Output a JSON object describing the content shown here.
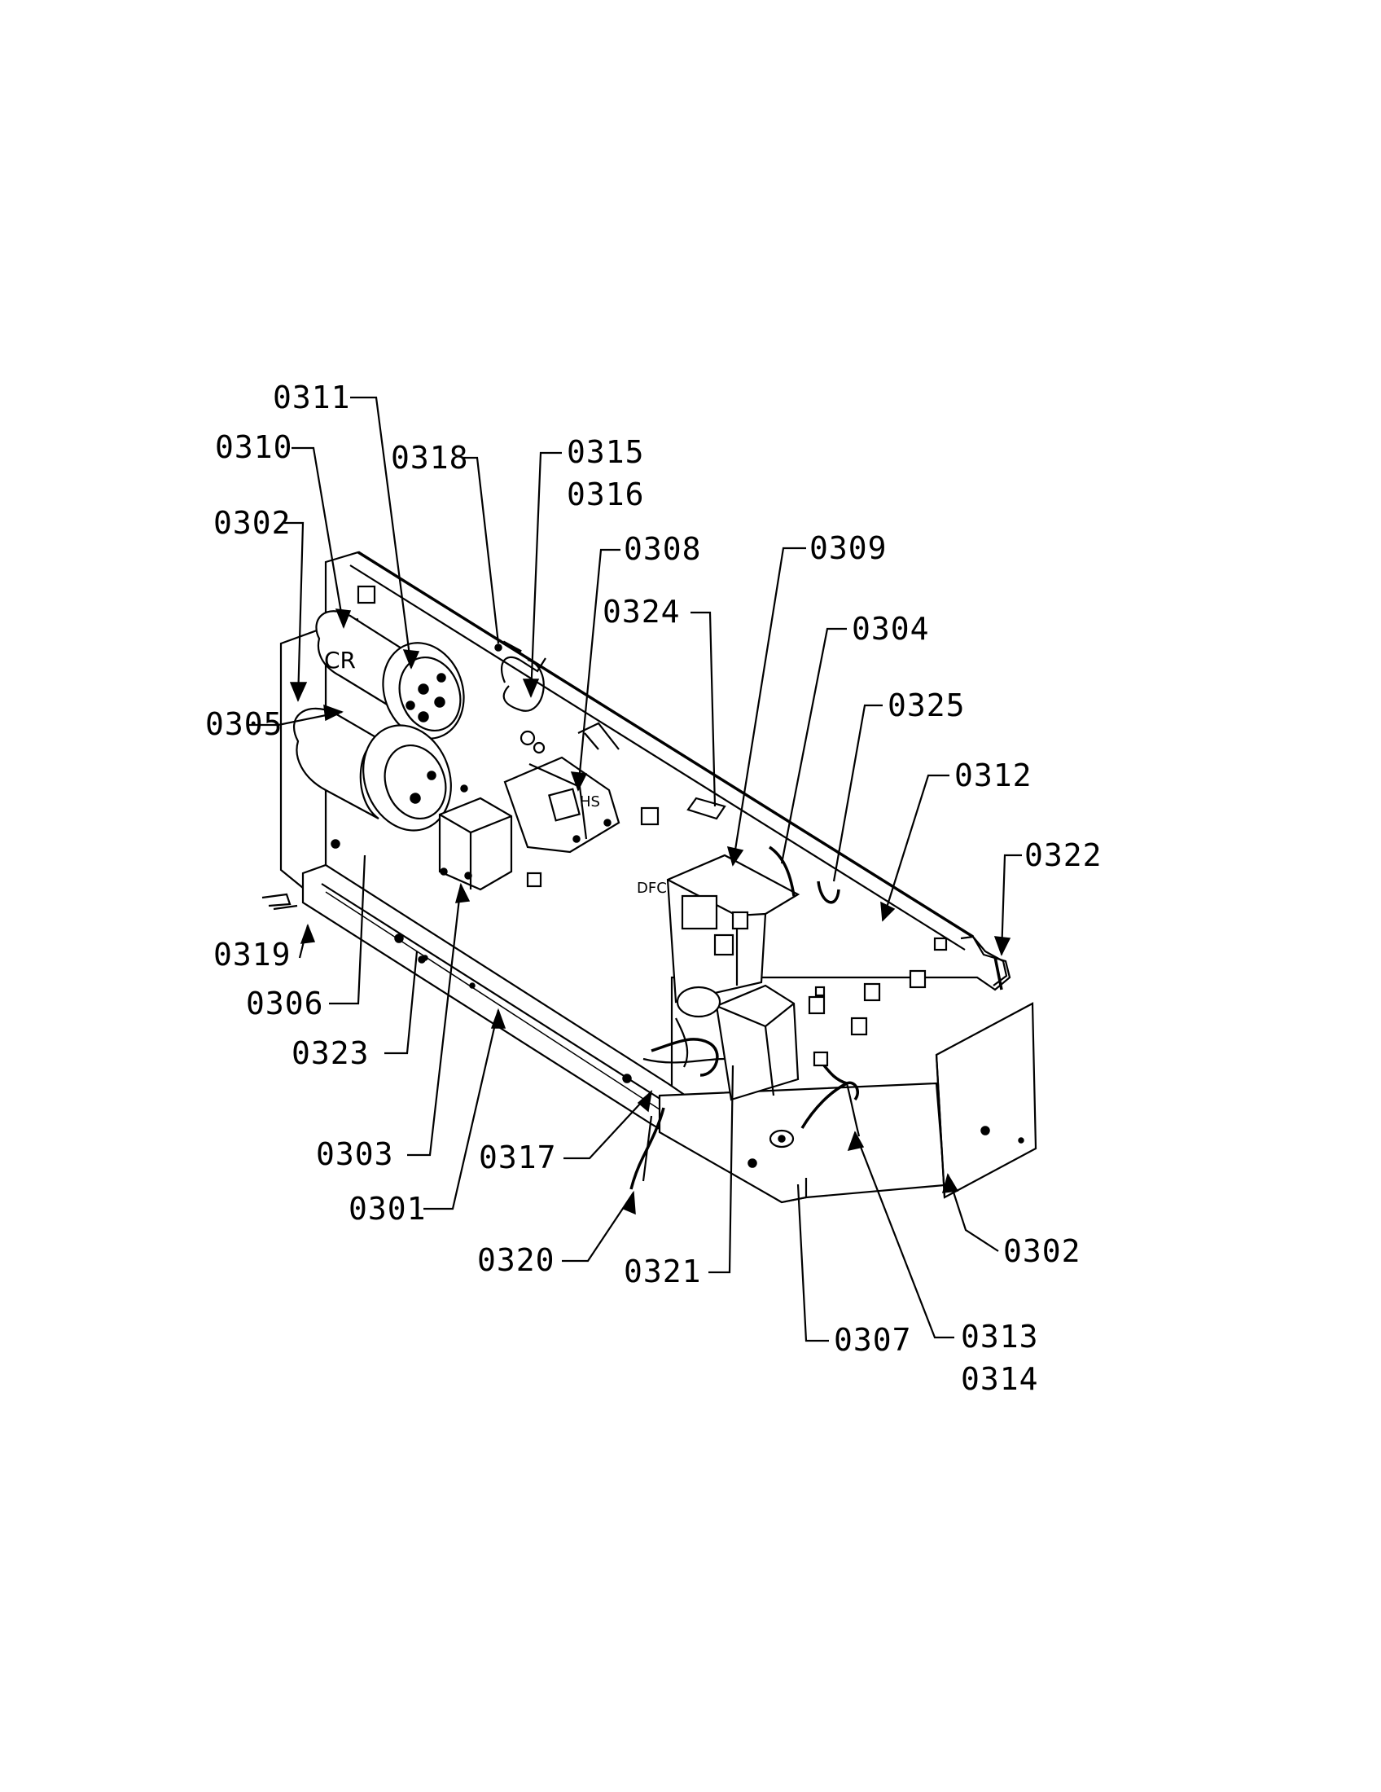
{
  "labels": {
    "l0311": "0311",
    "l0310": "0310",
    "l0318": "0318",
    "l0315": "0315",
    "l0316": "0316",
    "l0302a": "0302",
    "l0308": "0308",
    "l0309": "0309",
    "l0324": "0324",
    "l0304": "0304",
    "l0325": "0325",
    "l0305": "0305",
    "l0312": "0312",
    "l0322": "0322",
    "l0319": "0319",
    "l0306": "0306",
    "l0323": "0323",
    "l0303": "0303",
    "l0317": "0317",
    "l0301": "0301",
    "l0320": "0320",
    "l0321": "0321",
    "l0302b": "0302",
    "l0307": "0307",
    "l0313": "0313",
    "l0314": "0314"
  },
  "component_marks": {
    "cr": "CR",
    "dfc": "DFC",
    "hs": "HS"
  }
}
